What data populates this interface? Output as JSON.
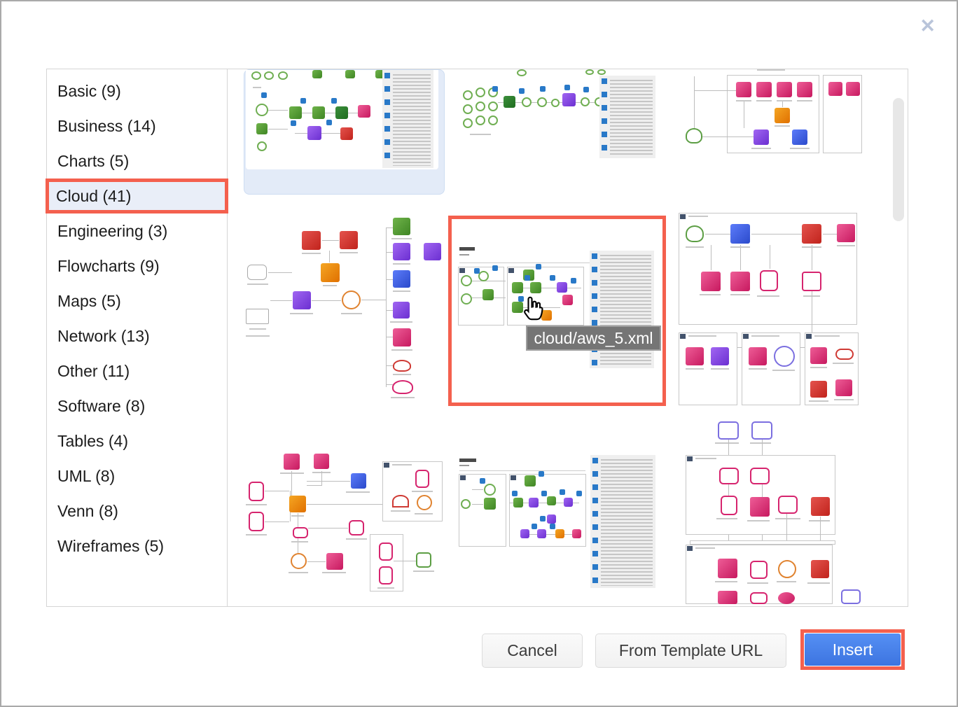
{
  "dialog": {
    "close_icon": "✕"
  },
  "colors": {
    "highlight_red": "#f4604e",
    "accent_blue": "#4285f4",
    "selected_item_bg": "#e9eef8",
    "selected_card_bg": "#e3ebf8",
    "selected_card_border": "#cdddf2",
    "tooltip_bg": "#757575",
    "tooltip_border": "#9e9e9e",
    "tooltip_text": "#ffffff",
    "close_icon_color": "#b9c4da"
  },
  "sidebar": {
    "items": [
      "Basic (9)",
      "Business (14)",
      "Charts (5)",
      "Cloud (41)",
      "Engineering (3)",
      "Flowcharts (9)",
      "Maps (5)",
      "Network (13)",
      "Other (11)",
      "Software (8)",
      "Tables (4)",
      "UML (8)",
      "Venn (8)",
      "Wireframes (5)"
    ],
    "selected": "Cloud (41)"
  },
  "grid": {
    "tooltip": "cloud/aws_5.xml",
    "highlighted_template": "cloud/aws_5.xml",
    "thumbnail_count_visible": 9
  },
  "footer": {
    "cancel": "Cancel",
    "from_template_url": "From Template URL",
    "insert": "Insert"
  }
}
